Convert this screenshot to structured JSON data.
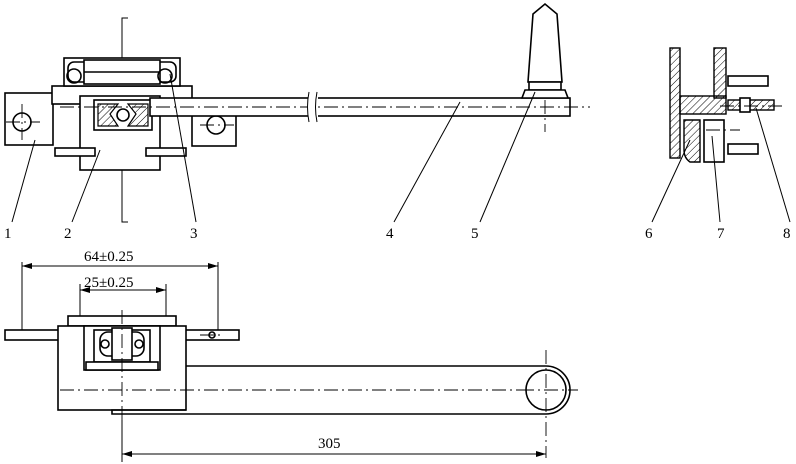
{
  "part_labels": [
    {
      "text": "1"
    },
    {
      "text": "2"
    },
    {
      "text": "3"
    },
    {
      "text": "4"
    },
    {
      "text": "5"
    },
    {
      "text": "6"
    },
    {
      "text": "7"
    },
    {
      "text": "8"
    }
  ],
  "dimensions": {
    "overall_width": "64±0.25",
    "inner_width": "25±0.25",
    "arm_length": "305"
  }
}
